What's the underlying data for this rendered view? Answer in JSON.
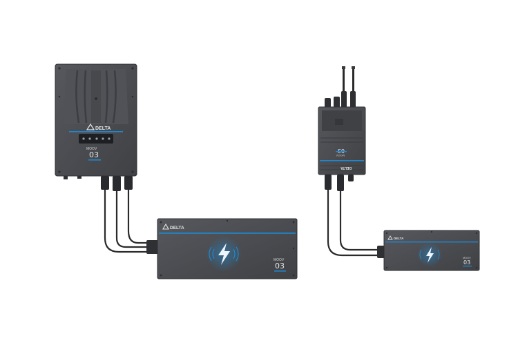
{
  "inverter_large": {
    "brand": "DELTA",
    "series": "MOOV",
    "model": "03"
  },
  "charging_pad_large": {
    "brand": "DELTA",
    "series": "MOOV",
    "model": "03"
  },
  "inverter_small": {
    "brand": "DELTA",
    "series": "MOOV",
    "model": "03"
  },
  "charging_pad_small": {
    "brand": "DELTA",
    "series": "MOOV",
    "model": "03"
  },
  "colors": {
    "body": "#4b4d51",
    "body_dark": "#3a3c40",
    "accent": "#1e88d0",
    "cable": "#2a2a2a"
  },
  "icons": [
    "delta-logo-icon",
    "lightning-bolt-icon",
    "wireless-waves-icon"
  ]
}
